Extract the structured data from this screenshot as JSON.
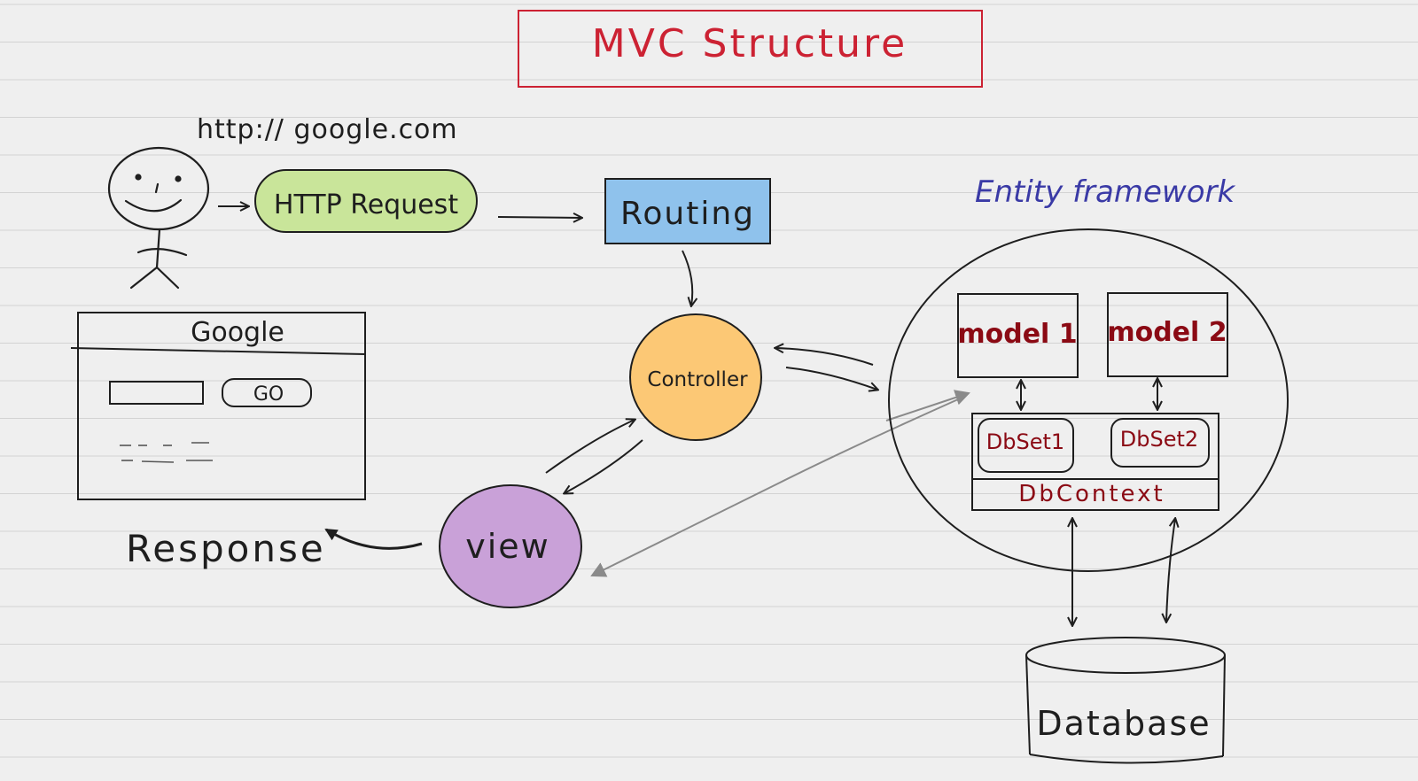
{
  "title": "MVC Structure",
  "url_text": "http:// google.com",
  "nodes": {
    "http_request": "HTTP Request",
    "routing": "Routing",
    "controller": "Controller",
    "view": "view",
    "response": "Response",
    "entity_framework": "Entity framework",
    "model1": "model 1",
    "model2": "model 2",
    "dbset1": "DbSet1",
    "dbset2": "DbSet2",
    "dbcontext": "DbContext",
    "database": "Database"
  },
  "browser": {
    "title": "Google",
    "go_button": "GO"
  },
  "colors": {
    "title_red": "#cc2233",
    "http_request_fill": "#c9e59a",
    "routing_fill": "#8fc2ec",
    "controller_fill": "#fcc875",
    "view_fill": "#c9a1d8",
    "entity_blue": "#3a3aa6",
    "model_text": "#8b0a14",
    "ink": "#1e1e1e",
    "grey_arrow": "#8a8a8a"
  }
}
